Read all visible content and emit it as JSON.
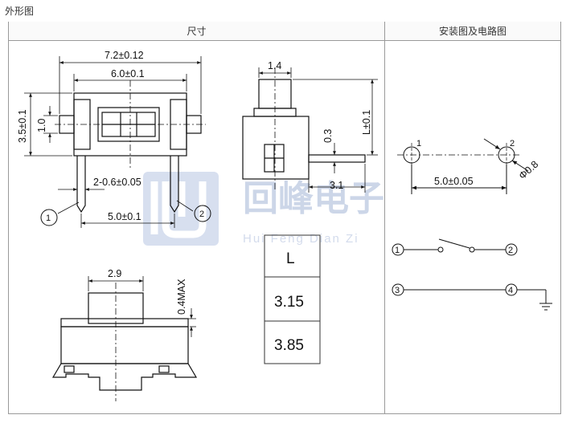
{
  "page_title": "外形图",
  "headers": {
    "dimensions": "尺寸",
    "installation_circuit": "安装图及电路图"
  },
  "top_view": {
    "width_total": "7.2±0.12",
    "width_inner": "6.0±0.1",
    "height_total": "3.5±0.1",
    "height_inner": "1.0",
    "pin_width": "2-0.6±0.05",
    "pin_pitch": "5.0±0.1",
    "pin_1": "1",
    "pin_2": "2"
  },
  "side_view": {
    "actuator_width": "1.4",
    "actuator_offset": "0.3",
    "length_L": "L±0.1",
    "pin_length": "3.1"
  },
  "front_view": {
    "actuator_width": "2.9",
    "max_protrusion": "0.4MAX"
  },
  "length_table": {
    "header": "L",
    "rows": [
      "3.15",
      "3.85"
    ]
  },
  "pcb_layout": {
    "hole_1": "1",
    "hole_2": "2",
    "hole_diameter": "Φ0.8",
    "spacing": "5.0±0.05"
  },
  "circuit": {
    "switch_terminal_1": "1",
    "switch_terminal_2": "2",
    "ground_terminal_3": "3",
    "ground_terminal_4": "4"
  },
  "watermark": {
    "text": "回峰电子",
    "subtitle": "Hui Feng Dian Zi"
  }
}
